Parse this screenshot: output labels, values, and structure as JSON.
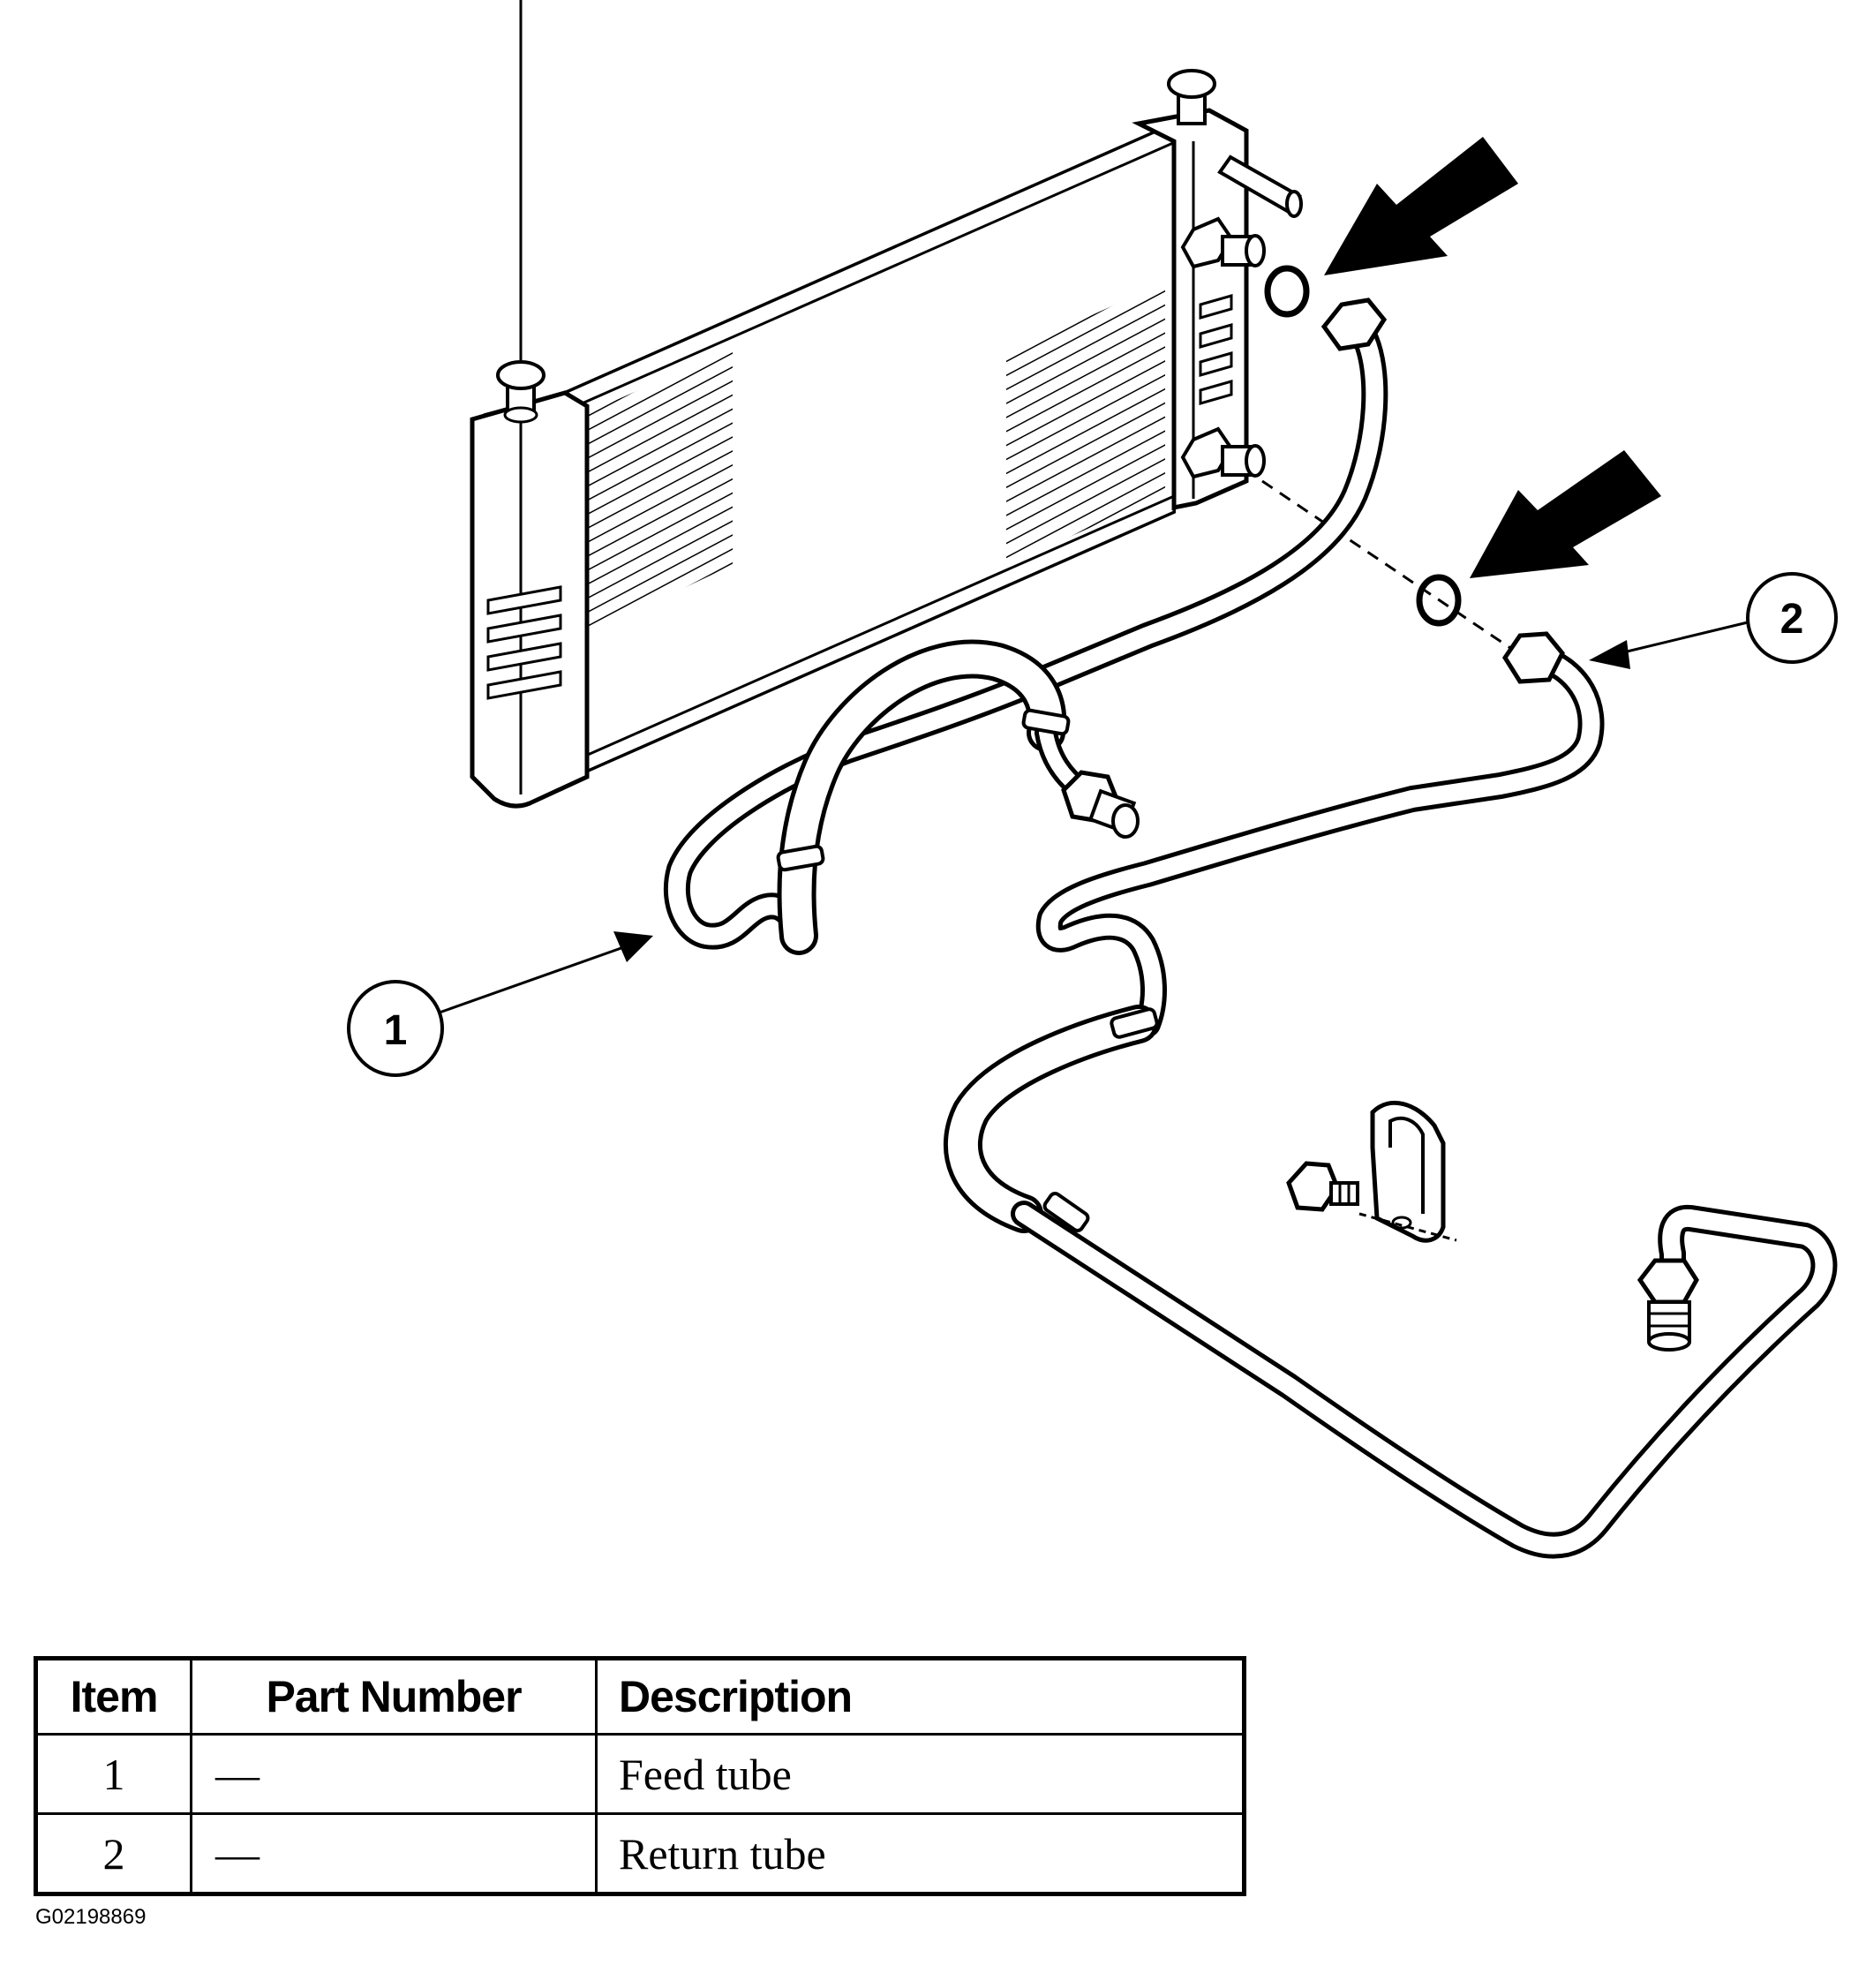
{
  "callouts": [
    {
      "number": "1",
      "meaning": "Feed tube"
    },
    {
      "number": "2",
      "meaning": "Return tube"
    }
  ],
  "table": {
    "headers": {
      "item": "Item",
      "part_number": "Part Number",
      "description": "Description"
    },
    "rows": [
      {
        "item": "1",
        "part_number": "—",
        "description": "Feed tube"
      },
      {
        "item": "2",
        "part_number": "—",
        "description": "Return tube"
      }
    ]
  },
  "figure_id": "G02198869"
}
